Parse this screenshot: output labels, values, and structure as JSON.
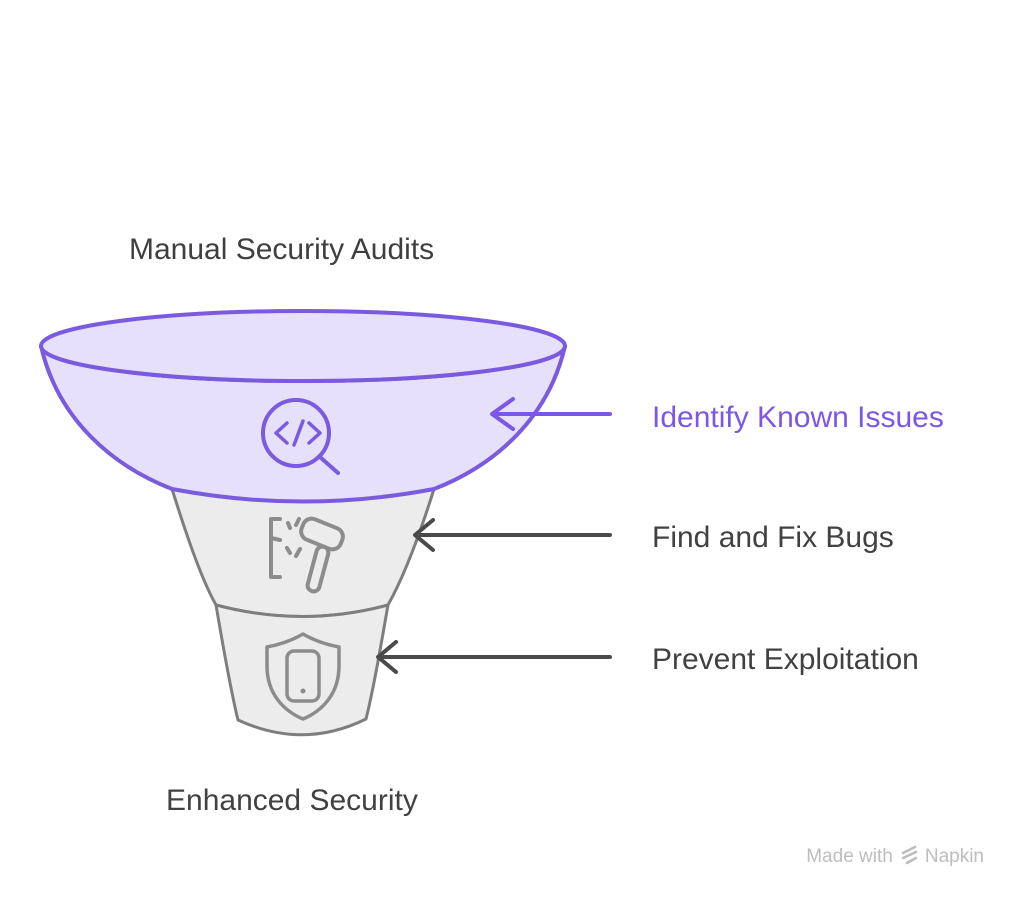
{
  "diagram": {
    "title": "Manual Security Audits",
    "footer_label": "Enhanced Security",
    "stages": [
      {
        "label": "Identify Known Issues",
        "icon": "code-magnifier-icon",
        "fill": "#e6e0fa",
        "stroke": "#7a5be0",
        "text_color": "#7b57e8"
      },
      {
        "label": "Find and Fix Bugs",
        "icon": "hammer-repair-icon",
        "fill": "#ececec",
        "stroke": "#7e7e7e",
        "text_color": "#414141"
      },
      {
        "label": "Prevent Exploitation",
        "icon": "shield-phone-icon",
        "fill": "#ececec",
        "stroke": "#7e7e7e",
        "text_color": "#414141"
      }
    ],
    "colors": {
      "accent_purple": "#7b57e8",
      "purple_fill": "#e6e0fa",
      "gray_fill": "#ececec",
      "gray_stroke": "#7e7e7e",
      "icon_gray": "#8c8c8c",
      "dark_text": "#414141",
      "arrow_dark": "#4a4a4a",
      "watermark_gray": "#bdbdbd"
    }
  },
  "watermark": {
    "prefix": "Made with",
    "brand": "Napkin"
  }
}
